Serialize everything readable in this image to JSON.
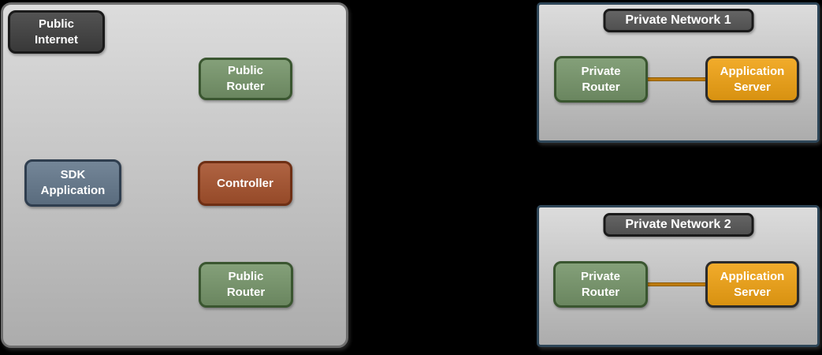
{
  "public_zone": {
    "internet_badge": {
      "label": "Public\nInternet"
    },
    "router_top": {
      "label": "Public\nRouter"
    },
    "sdk_application": {
      "label": "SDK\nApplication"
    },
    "controller": {
      "label": "Controller"
    },
    "router_bottom": {
      "label": "Public\nRouter"
    }
  },
  "private_networks": [
    {
      "title": "Private Network 1",
      "router": {
        "label": "Private\nRouter"
      },
      "server": {
        "label": "Application\nServer"
      }
    },
    {
      "title": "Private Network 2",
      "router": {
        "label": "Private\nRouter"
      },
      "server": {
        "label": "Application\nServer"
      }
    }
  ],
  "colors": {
    "page_background": "#000000",
    "panel_fill_top": "#dcdcdc",
    "panel_fill_bottom": "#acacac",
    "zone_border": "#6e6e6e",
    "network_border": "#2e4658",
    "badge_fill": "#3f3f3f",
    "badge_border": "#1a1a1a",
    "title_fill": "#575757",
    "title_border": "#1a1a1a",
    "router_fill": "#76956a",
    "router_border": "#3a5630",
    "sdk_fill": "#64788c",
    "sdk_border": "#2f3e4f",
    "controller_fill": "#a6522d",
    "controller_border": "#6e2f14",
    "server_fill": "#f0a213",
    "server_border": "#2b2b2b",
    "connector": "#bd7b0c"
  }
}
